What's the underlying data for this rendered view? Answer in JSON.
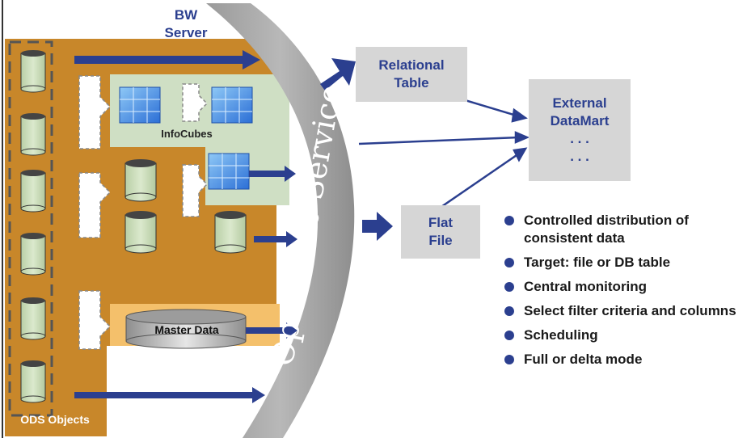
{
  "labels": {
    "bw_server_line1": "BW",
    "bw_server_line2": "Server",
    "ods_objects": "ODS Objects",
    "infocubes": "InfoCubes",
    "master_data": "Master Data",
    "open_hub_service": "Open Hub Service"
  },
  "targets": {
    "relational_table": [
      "Relational",
      "Table"
    ],
    "flat_file": [
      "Flat",
      "File"
    ],
    "external_datamart": [
      "External",
      "DataMart",
      ". . .",
      ". . ."
    ]
  },
  "features": [
    "Controlled distribution of consistent data",
    "Target: file or DB table",
    "Central monitoring",
    "Select filter criteria and columns",
    "Scheduling",
    "Full or delta mode"
  ],
  "colors": {
    "ods_panel": "#c8872a",
    "infocube_panel": "#cfdfc4",
    "master_panel": "#f4c06b",
    "cylinder": "#cfe0bf",
    "arrow": "#2b3f8f",
    "hub": "#a9a9a9",
    "box": "#d6d6d6"
  }
}
